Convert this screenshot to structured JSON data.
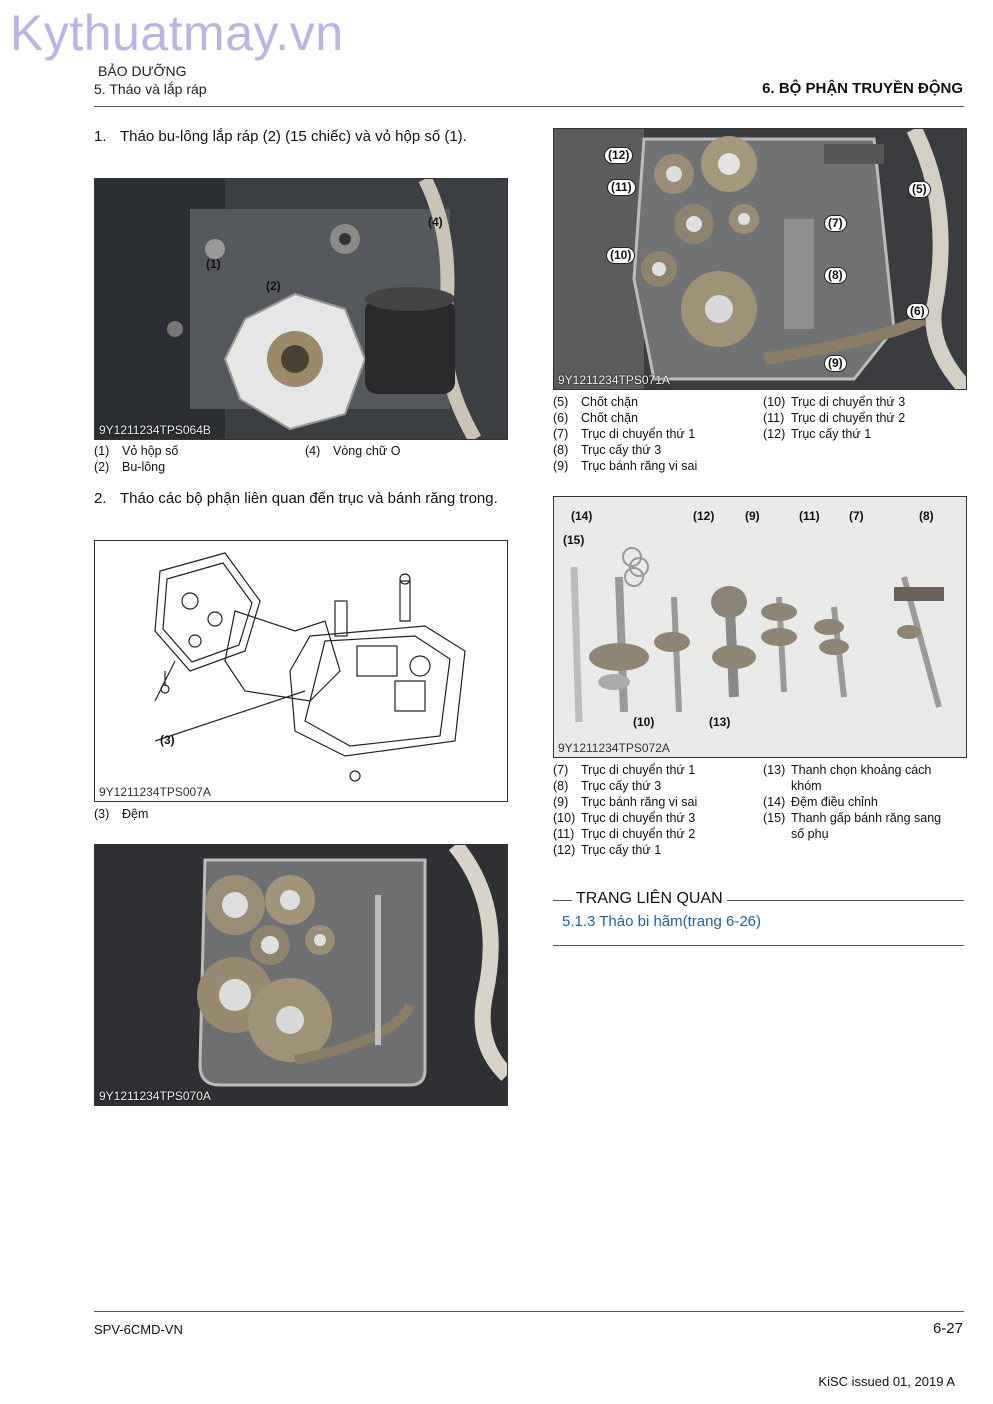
{
  "watermark": "Kythuatmay.vn",
  "header": {
    "section": "BẢO DƯỠNG",
    "subsection": "5. Tháo và lắp ráp",
    "chapter": "6. BỘ PHẬN TRUYỀN ĐỘNG"
  },
  "steps": [
    {
      "num": "1.",
      "text": "Tháo bu-lông lắp ráp (2) (15 chiếc) và vỏ hộp số (1)."
    },
    {
      "num": "2.",
      "text": "Tháo các bộ phận liên quan đến trục và bánh răng trong."
    }
  ],
  "figures": {
    "fig1": {
      "code": "9Y1211234TPS064B",
      "callouts": [
        "(1)",
        "(2)",
        "(4)"
      ],
      "captions": [
        {
          "num": "(1)",
          "label": "Vỏ hộp số"
        },
        {
          "num": "(2)",
          "label": "Bu-lông"
        },
        {
          "num": "(4)",
          "label": "Vòng chữ O"
        }
      ]
    },
    "fig2": {
      "code": "9Y1211234TPS007A",
      "callouts": [
        "(3)"
      ],
      "captions": [
        {
          "num": "(3)",
          "label": "Đệm"
        }
      ]
    },
    "fig3": {
      "code": "9Y1211234TPS070A"
    },
    "fig4": {
      "code": "9Y1211234TPS071A",
      "callouts": [
        "(12)",
        "(11)",
        "(10)",
        "(5)",
        "(7)",
        "(8)",
        "(6)",
        "(9)"
      ],
      "captions_left": [
        {
          "num": "(5)",
          "label": "Chốt chặn"
        },
        {
          "num": "(6)",
          "label": "Chốt chặn"
        },
        {
          "num": "(7)",
          "label": "Trục di chuyển thứ 1"
        },
        {
          "num": "(8)",
          "label": "Trục cấy thứ 3"
        },
        {
          "num": "(9)",
          "label": "Trục bánh răng vi sai"
        }
      ],
      "captions_right": [
        {
          "num": "(10)",
          "label": "Trục di chuyển thứ 3"
        },
        {
          "num": "(11)",
          "label": "Trục di chuyển thứ 2"
        },
        {
          "num": "(12)",
          "label": "Trục cấy thứ 1"
        }
      ]
    },
    "fig5": {
      "code": "9Y1211234TPS072A",
      "callouts": [
        "(14)",
        "(15)",
        "(12)",
        "(9)",
        "(11)",
        "(7)",
        "(8)",
        "(10)",
        "(13)"
      ],
      "captions_left": [
        {
          "num": "(7)",
          "label": "Trục di chuyển thứ 1"
        },
        {
          "num": "(8)",
          "label": "Trục cấy thứ 3"
        },
        {
          "num": "(9)",
          "label": "Trục bánh răng vi sai"
        },
        {
          "num": "(10)",
          "label": "Trục di chuyển thứ 3"
        },
        {
          "num": "(11)",
          "label": "Trục di chuyển thứ 2"
        },
        {
          "num": "(12)",
          "label": "Trục cấy thứ 1"
        }
      ],
      "captions_right": [
        {
          "num": "(13)",
          "label": "Thanh chọn khoảng cách",
          "cont": "khóm"
        },
        {
          "num": "(14)",
          "label": "Đệm điều chỉnh"
        },
        {
          "num": "(15)",
          "label": "Thanh gấp bánh răng sang",
          "cont": "số phụ"
        }
      ]
    }
  },
  "related": {
    "title": "TRANG LIÊN QUAN",
    "link": "5.1.3  Tháo bi hãm(trang 6-26)"
  },
  "footer": {
    "doc_code": "SPV-6CMD-VN",
    "page": "6-27",
    "issued": "KiSC issued 01, 2019 A"
  },
  "colors": {
    "link": "#1f5fa8",
    "watermark": "#b9b4e6"
  }
}
